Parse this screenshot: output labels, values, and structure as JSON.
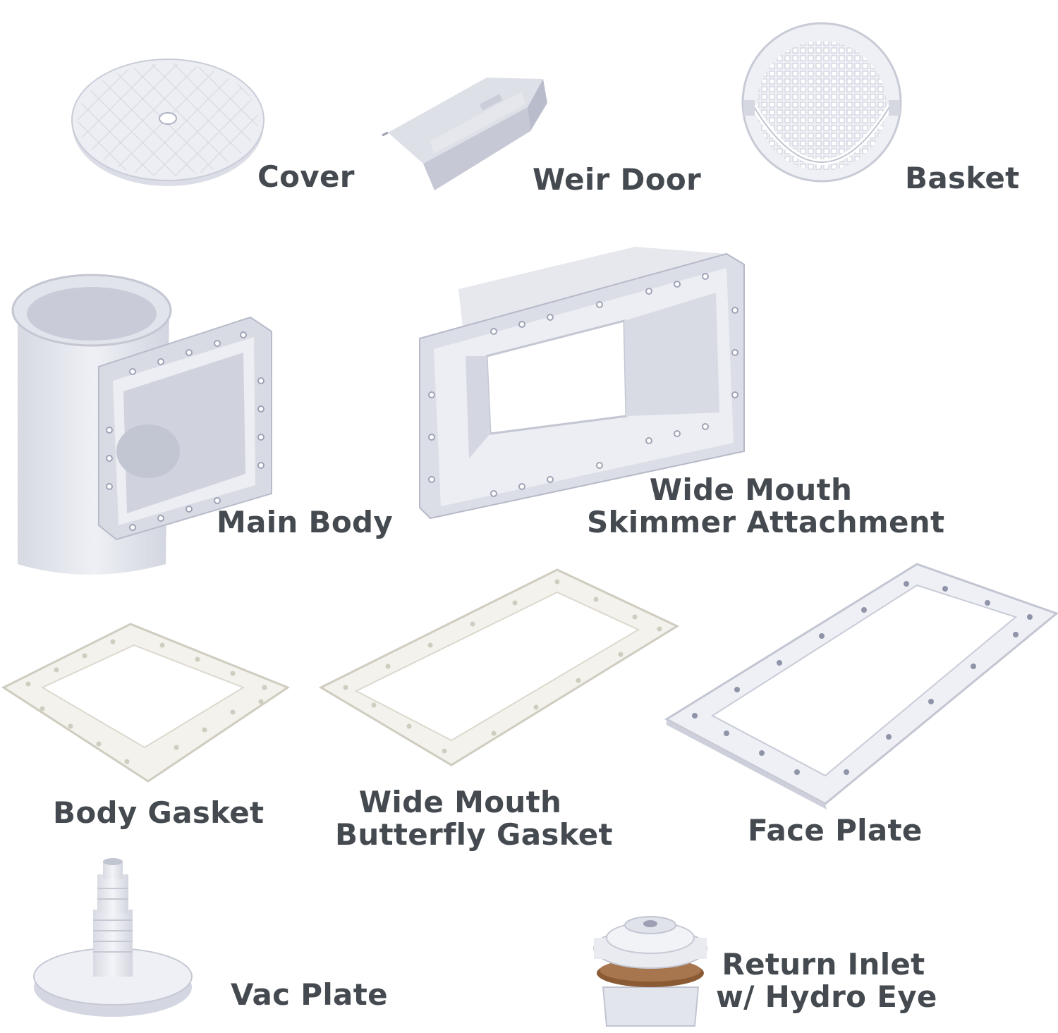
{
  "colors": {
    "plastic_light": "#f0f1f6",
    "plastic_mid": "#dcdee8",
    "plastic_dark": "#b9bccb",
    "gasket": "#f3f2ec",
    "gasket_edge": "#cfccc0",
    "label_text": "#444a4f",
    "seal_ring": "#8a5a35"
  },
  "labels": {
    "cover": "Cover",
    "weir_door": "Weir Door",
    "basket": "Basket",
    "main_body": "Main Body",
    "skimmer_attachment_line1": "Wide Mouth",
    "skimmer_attachment_line2": "Skimmer Attachment",
    "body_gasket": "Body Gasket",
    "butterfly_gasket_line1": "Wide Mouth",
    "butterfly_gasket_line2": "Butterfly Gasket",
    "face_plate": "Face Plate",
    "vac_plate": "Vac Plate",
    "return_inlet_line1": "Return Inlet",
    "return_inlet_line2": "w/ Hydro Eye"
  }
}
